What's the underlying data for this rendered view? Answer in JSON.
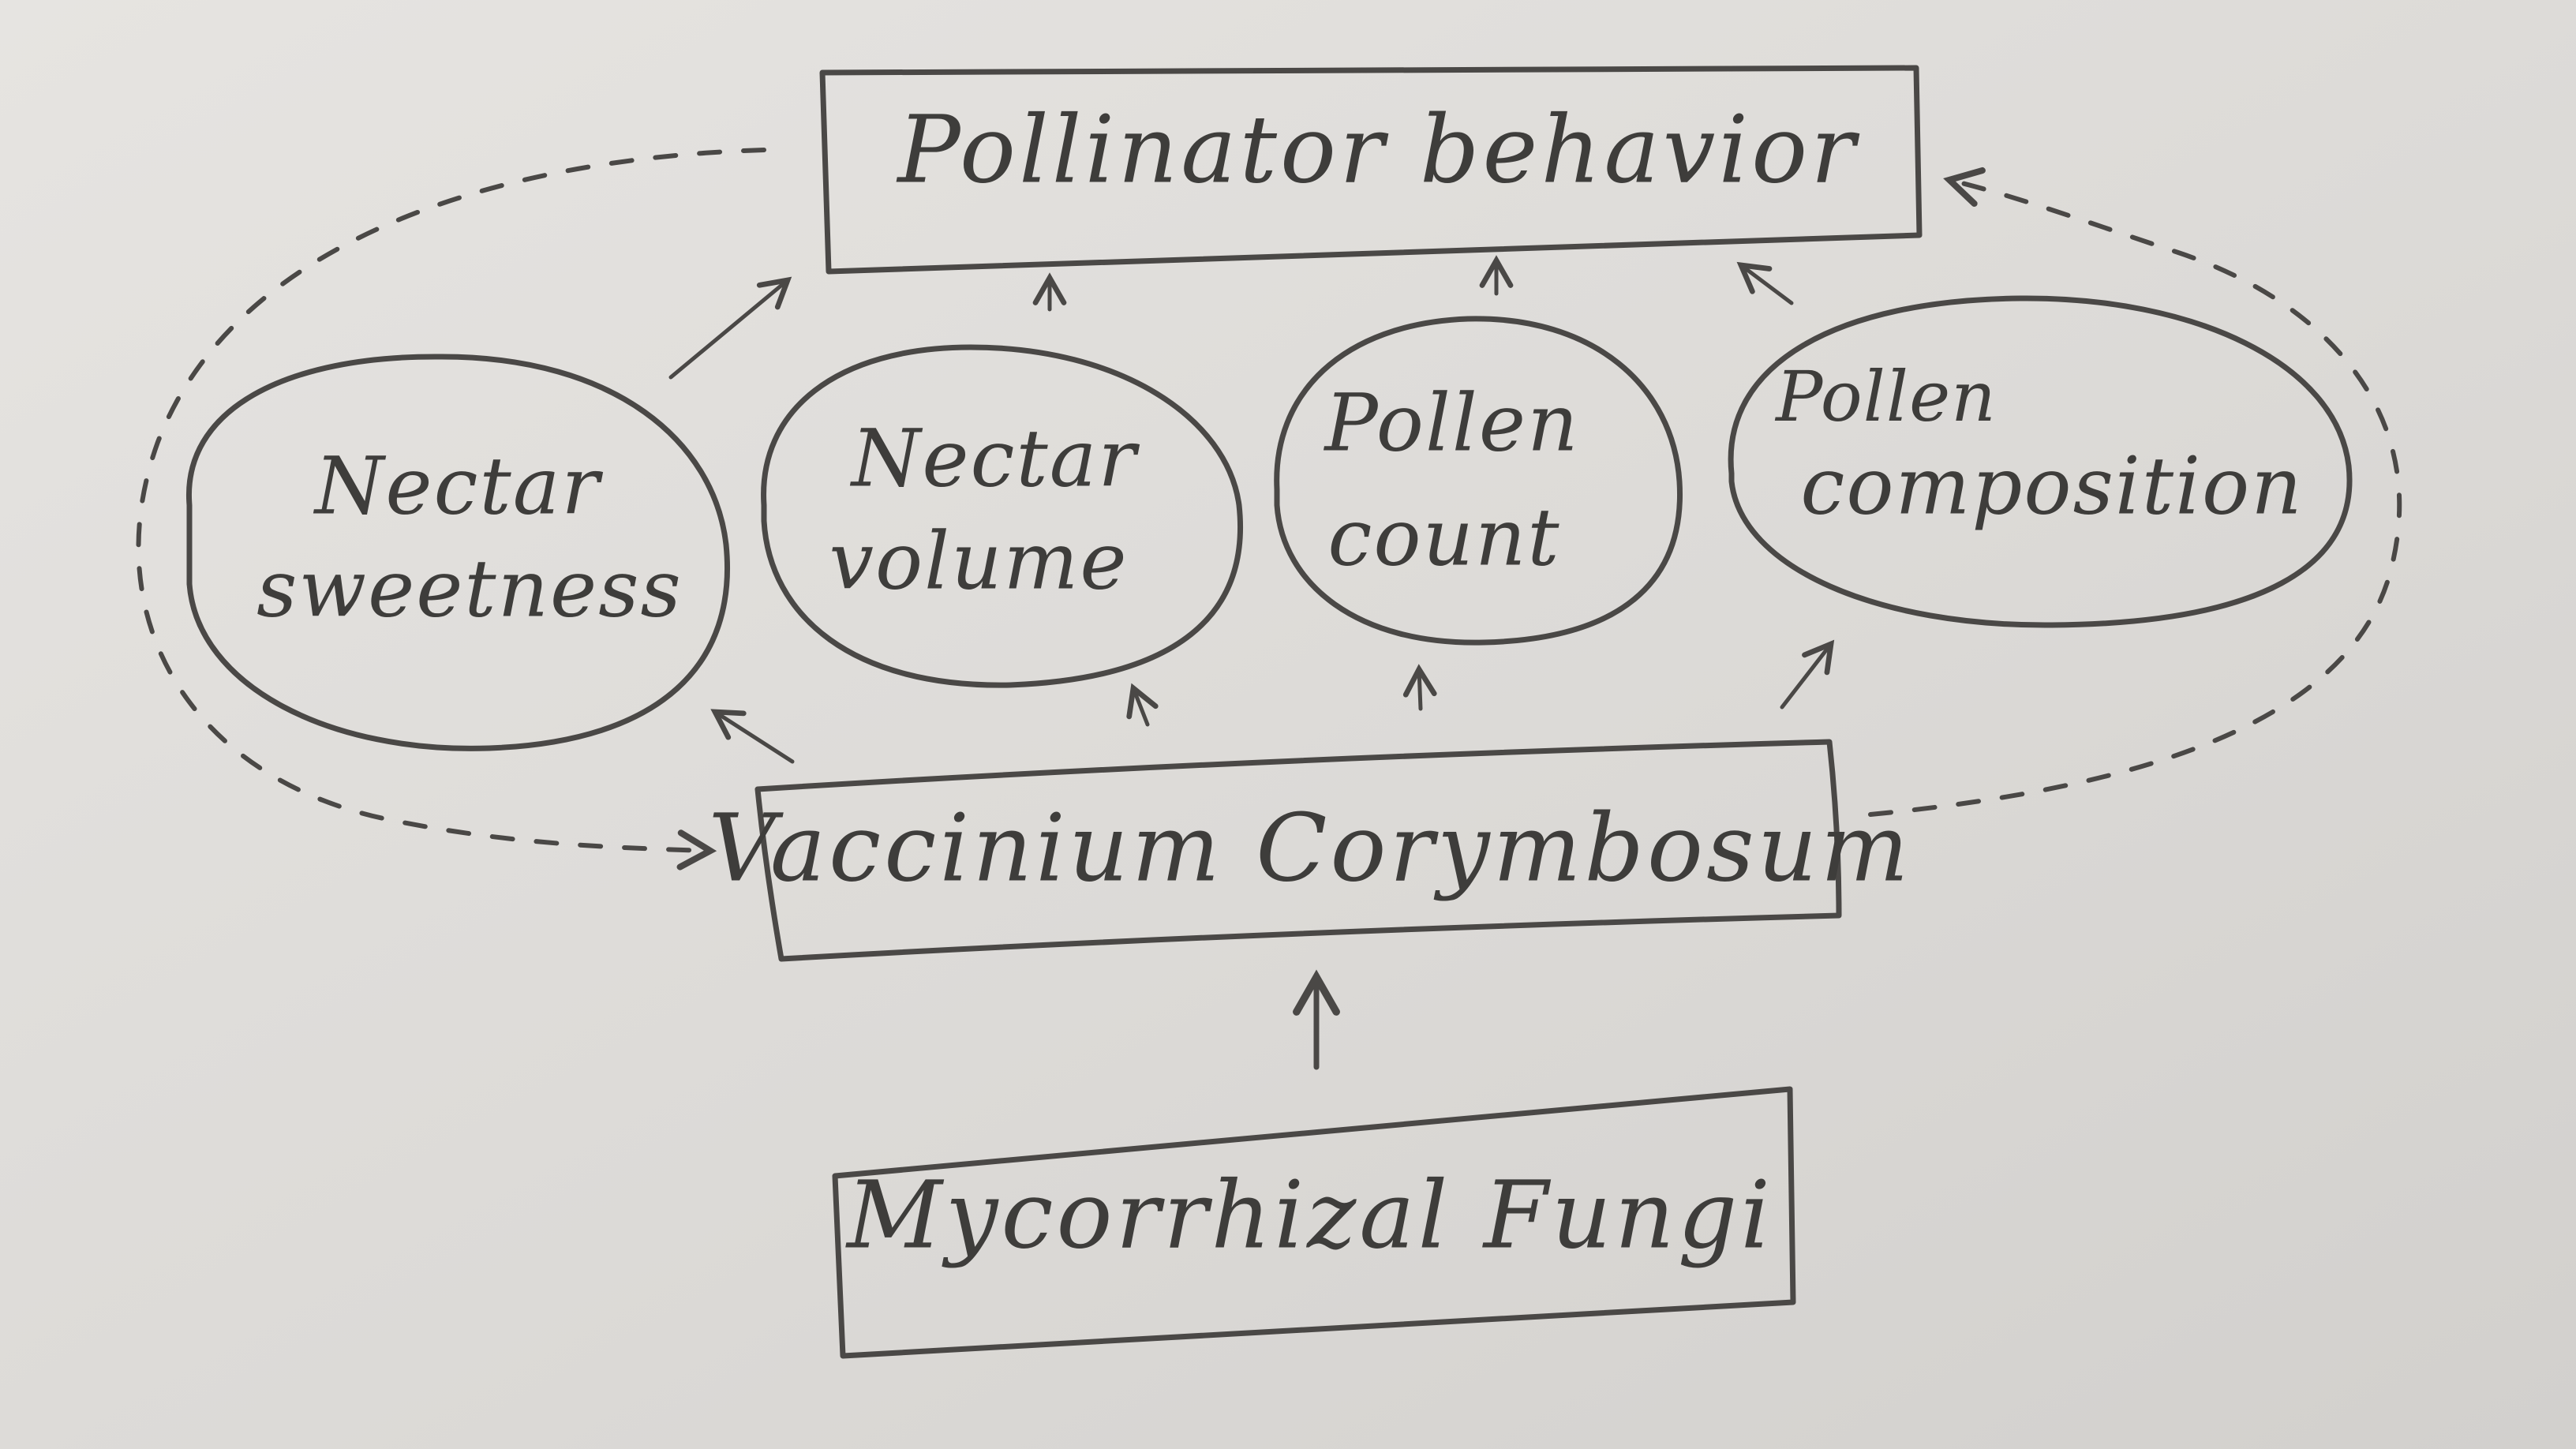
{
  "nodes": {
    "pollinator_behavior": "Pollinator behavior",
    "nectar_sweetness": [
      "Nectar",
      "sweetness"
    ],
    "nectar_volume": [
      "Nectar",
      "volume"
    ],
    "pollen_count": [
      "Pollen",
      "count"
    ],
    "pollen_composition": [
      "Pollen",
      "composition"
    ],
    "vaccinium_corymbosum": "Vaccinium Corymbosum",
    "mycorrhizal_fungi": "Mycorrhizal Fungi"
  },
  "colors": {
    "paper": "#dddbd8",
    "pencil": "#4a4846"
  }
}
